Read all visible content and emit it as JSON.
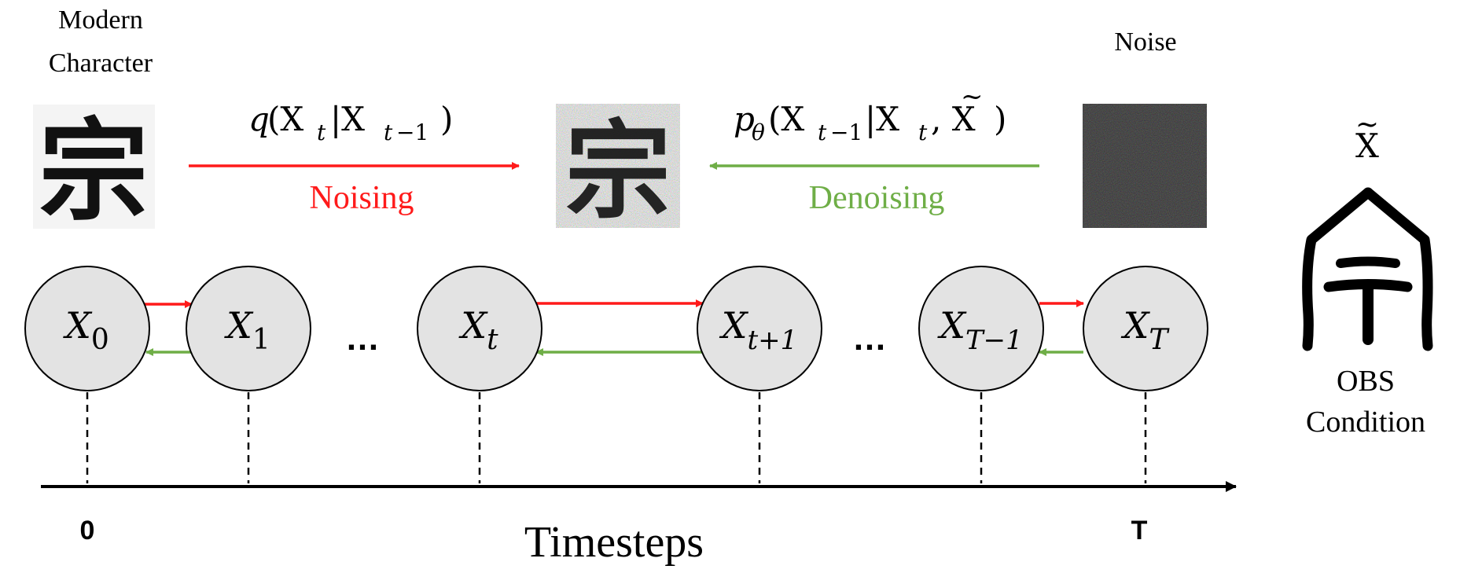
{
  "labels": {
    "modern_character_line1": "Modern",
    "modern_character_line2": "Character",
    "noise": "Noise",
    "obs_line1": "OBS",
    "obs_line2": "Condition",
    "x_tilde": "X",
    "timesteps": "Timesteps",
    "tick_start": "0",
    "tick_end": "T",
    "ellipsis_1": "…",
    "ellipsis_2": "…"
  },
  "process": {
    "forward_formula": "q(X|X)",
    "forward_label": "Noising",
    "reverse_formula": "pθ(X|X, X)",
    "reverse_label": "Denoising"
  },
  "characters": {
    "modern": "宗",
    "noisy": "宗"
  },
  "nodes": [
    {
      "name": "X",
      "sub": "0"
    },
    {
      "name": "X",
      "sub": "1"
    },
    {
      "name": "X",
      "sub": "t"
    },
    {
      "name": "X",
      "sub": "t+1"
    },
    {
      "name": "X",
      "sub": "T−1"
    },
    {
      "name": "X",
      "sub": "T"
    }
  ],
  "colors": {
    "forward": "#ff1a1a",
    "reverse": "#6fae47",
    "node_fill": "#e3e3e3"
  },
  "icons": {
    "obs_glyph": "oracle-bone-glyph-icon",
    "noise_image": "noise-image-icon"
  }
}
